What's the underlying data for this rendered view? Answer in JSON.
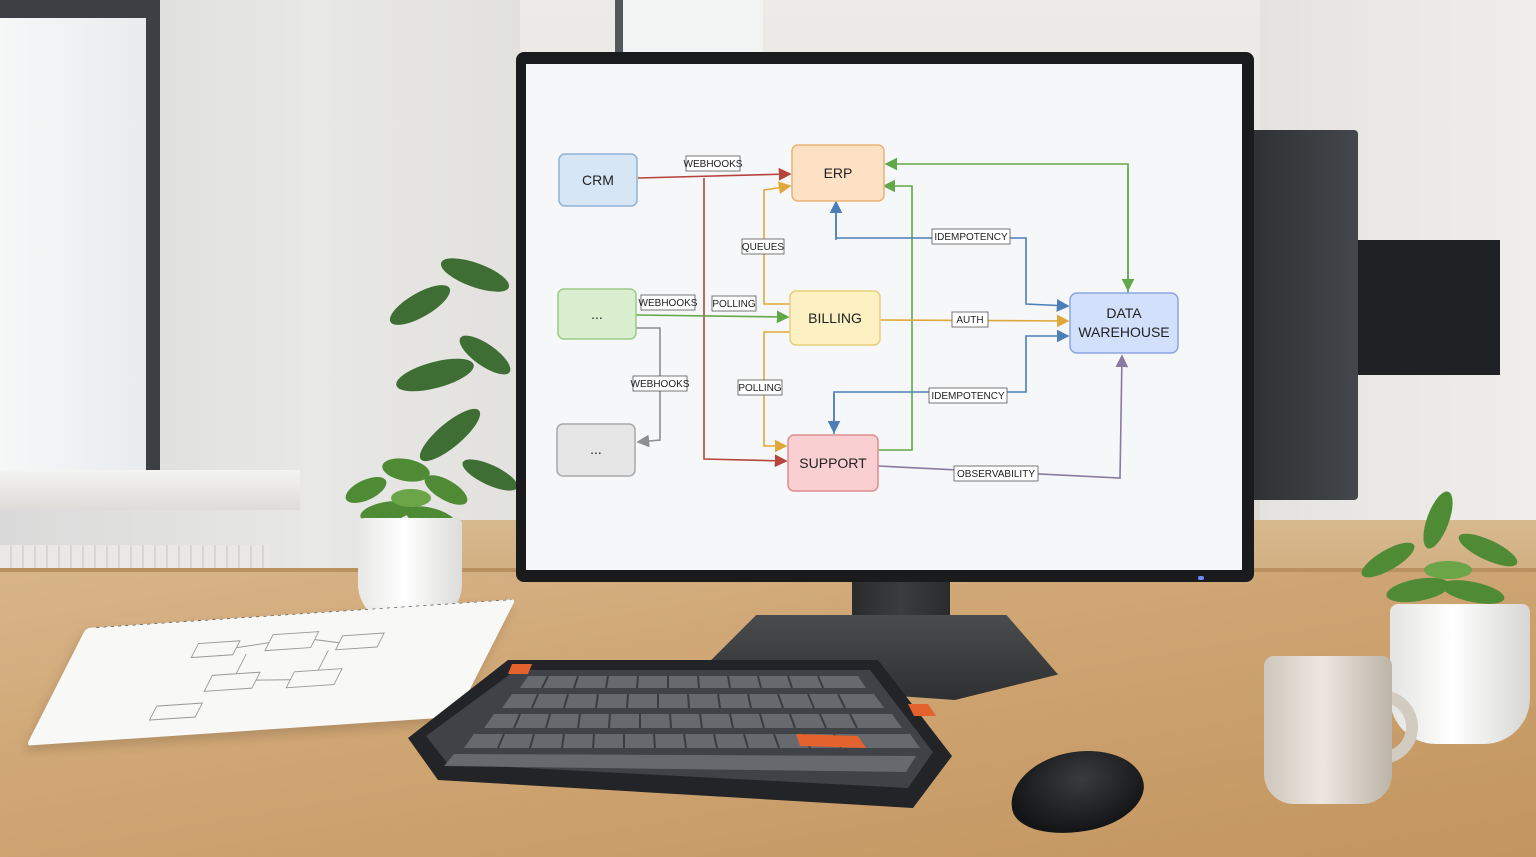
{
  "scene": "office desk with a monitor showing a system integration diagram",
  "diagram": {
    "nodes": {
      "crm": "CRM",
      "erp": "ERP",
      "billing": "BILLING",
      "support": "SUPPORT",
      "unnamed_a": "...",
      "unnamed_b": "...",
      "data_warehouse_line1": "DATA",
      "data_warehouse_line2": "WAREHOUSE"
    },
    "edge_labels": {
      "crm_to_erp": "WEBHOOKS",
      "a_to_billing_1": "WEBHOOKS",
      "a_to_billing_2": "POLLING",
      "a_to_b": "WEBHOOKS",
      "billing_to_erp": "QUEUES",
      "support_to_billing": "POLLING",
      "erp_dw": "IDEMPOTENCY",
      "billing_dw": "AUTH",
      "support_dw": "IDEMPOTENCY",
      "observability": "OBSERVABILITY"
    },
    "colors": {
      "crm_fill": "#d6e6f5",
      "crm_stroke": "#8fb0d4",
      "erp_fill": "#fde1c4",
      "erp_stroke": "#e8b277",
      "billing_fill": "#fdf0c2",
      "billing_stroke": "#e5cf78",
      "support_fill": "#f9cfd1",
      "support_stroke": "#de8e92",
      "green_fill": "#d9efcf",
      "green_stroke": "#9ccb86",
      "gray_fill": "#e6e6e6",
      "gray_stroke": "#a9a9a9",
      "dw_fill": "#d2e0fb",
      "dw_stroke": "#8aa6df",
      "red_edge": "#b5443c",
      "orange_edge": "#e0a83a",
      "green_edge": "#62a84a",
      "blue_edge": "#4c7fb8",
      "purple_edge": "#8a7aa0",
      "gray_edge": "#8f8f8f"
    }
  }
}
